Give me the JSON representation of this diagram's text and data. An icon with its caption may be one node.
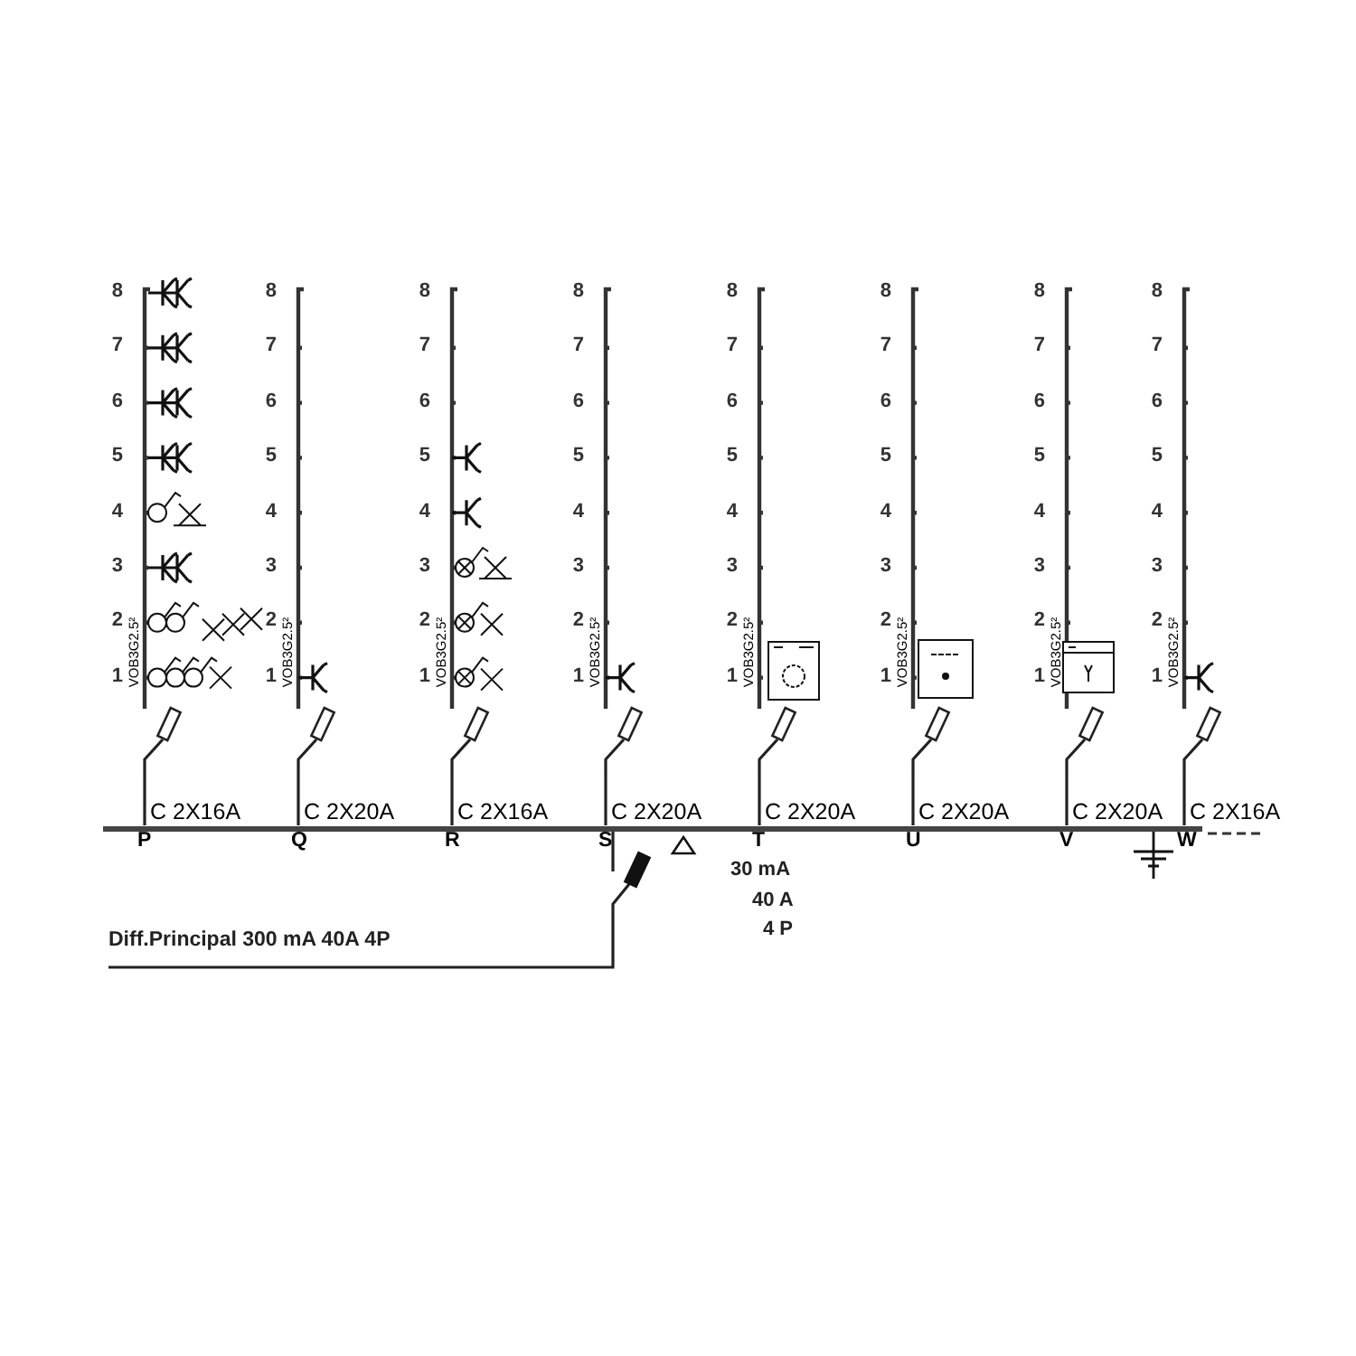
{
  "diagram": {
    "nodes": [
      {
        "text": [],
        "shape": "switch",
        "beside": [
          "C 2X16A",
          "P",
          "VOB3G2.5²",
          "8",
          "7",
          "6",
          "5",
          "4",
          "3",
          "2",
          "1"
        ]
      },
      {
        "text": [],
        "shape": "switch",
        "beside": [
          "C 2X20A",
          "Q",
          "VOB3G2.5²",
          "8",
          "7",
          "6",
          "5",
          "4",
          "3",
          "2",
          "1"
        ]
      },
      {
        "text": [],
        "shape": "switch",
        "beside": [
          "C 2X16A",
          "R",
          "VOB3G2.5²",
          "8",
          "7",
          "6",
          "5",
          "4",
          "3",
          "2",
          "1"
        ]
      },
      {
        "text": [],
        "shape": "switch",
        "beside": [
          "C 2X20A",
          "S",
          "VOB3G2.5²",
          "8",
          "7",
          "6",
          "5",
          "4",
          "3",
          "2",
          "1"
        ]
      },
      {
        "text": [],
        "shape": "switch",
        "beside": [
          "C 2X20A",
          "T",
          "VOB3G2.5²",
          "8",
          "7",
          "6",
          "5",
          "4",
          "3",
          "2",
          "1"
        ]
      },
      {
        "text": [],
        "shape": "switch",
        "beside": [
          "C 2X20A",
          "U",
          "VOB3G2.5²",
          "8",
          "7",
          "6",
          "5",
          "4",
          "3",
          "2",
          "1"
        ]
      },
      {
        "text": [],
        "shape": "switch",
        "beside": [
          "C 2X20A",
          "V",
          "VOB3G2.5²",
          "8",
          "7",
          "6",
          "5",
          "4",
          "3",
          "2",
          "1"
        ]
      },
      {
        "text": [],
        "shape": "switch",
        "beside": [
          "C 2X16A",
          "W",
          "VOB3G2.5²",
          "8",
          "7",
          "6",
          "5",
          "4",
          "3",
          "2",
          "1"
        ]
      },
      {
        "text": [],
        "shape": "bar"
      },
      {
        "text": [],
        "shape": "switch"
      }
    ],
    "edges": [
      {
        "from": 8,
        "to": 0,
        "arrow": "none"
      },
      {
        "from": 8,
        "to": 1,
        "arrow": "none"
      },
      {
        "from": 8,
        "to": 2,
        "arrow": "none"
      },
      {
        "from": 8,
        "to": 3,
        "arrow": "none"
      },
      {
        "from": 8,
        "to": 4,
        "arrow": "none"
      },
      {
        "from": 8,
        "to": 5,
        "arrow": "none"
      },
      {
        "from": 8,
        "to": 6,
        "arrow": "none"
      },
      {
        "from": 8,
        "to": 7,
        "arrow": "none"
      },
      {
        "from": 9,
        "to": 8,
        "arrow": "none"
      },
      {
        "from": null,
        "to": 9,
        "label": "Diff.Principal 300 mA 40A 4P",
        "arrow": "none"
      }
    ],
    "labels": [
      "30 mA",
      "40 A",
      "4 P"
    ]
  }
}
